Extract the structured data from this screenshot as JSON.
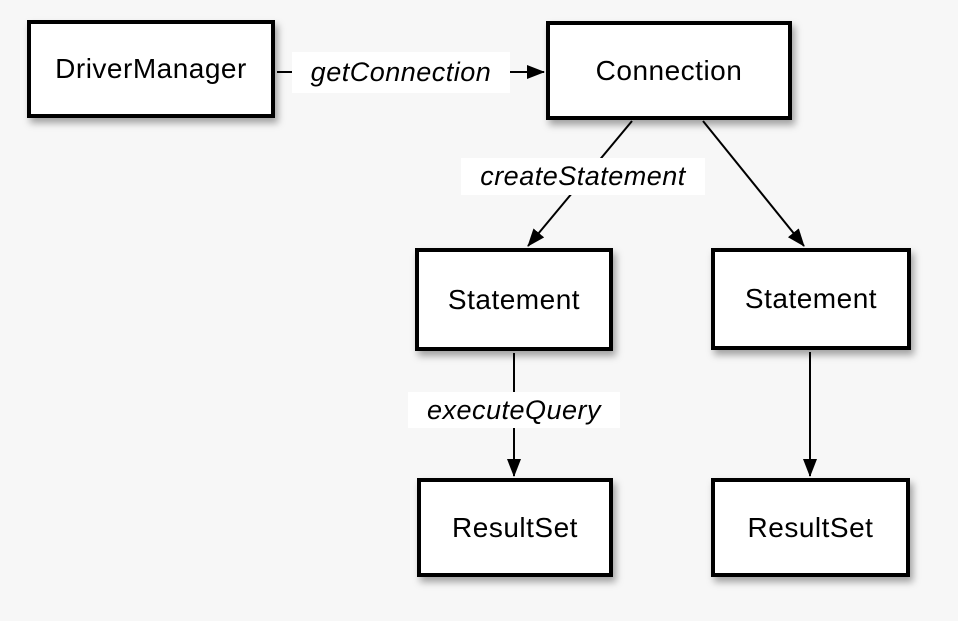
{
  "colors": {
    "background": "#f7f7f7",
    "node_fill": "#ffffff",
    "node_border": "#000000",
    "edge_line": "#000000",
    "edge_label_background": "#ffffff",
    "text": "#000000"
  },
  "nodes": [
    {
      "id": "driver-manager",
      "label": "DriverManager"
    },
    {
      "id": "connection",
      "label": "Connection"
    },
    {
      "id": "statement-left",
      "label": "Statement"
    },
    {
      "id": "statement-right",
      "label": "Statement"
    },
    {
      "id": "resultset-left",
      "label": "ResultSet"
    },
    {
      "id": "resultset-right",
      "label": "ResultSet"
    }
  ],
  "edge_labels": [
    {
      "id": "get-connection",
      "label": "getConnection"
    },
    {
      "id": "create-statement",
      "label": "createStatement"
    },
    {
      "id": "execute-query",
      "label": "executeQuery"
    }
  ]
}
